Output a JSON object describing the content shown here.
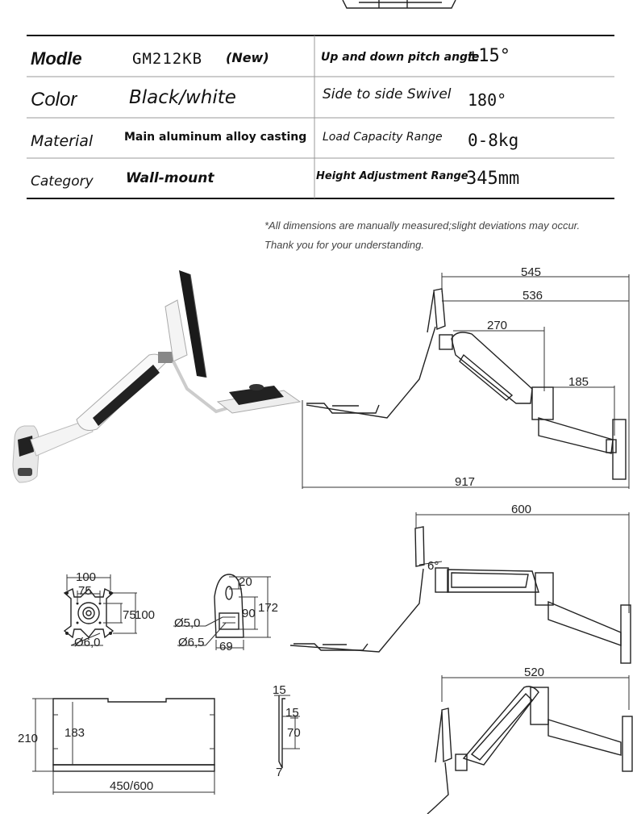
{
  "specs": [
    {
      "label": "Modle",
      "value": "GM212KB",
      "tag": "(New)",
      "label2": "Up and down pitch angle",
      "value2": "±15°"
    },
    {
      "label": "Color",
      "value": "Black/white",
      "label2": "Side to side Swivel",
      "value2": "180°"
    },
    {
      "label": "Material",
      "value": "Main aluminum alloy casting",
      "label2": "Load Capacity Range",
      "value2": "0-8kg"
    },
    {
      "label": "Category",
      "value": "Wall-mount",
      "label2": "Height Adjustment Range",
      "value2": "345mm"
    }
  ],
  "note": {
    "line1": "*All dimensions are manually measured;slight deviations may occur.",
    "line2": "Thank you for your understanding."
  },
  "dims": {
    "d545": "545",
    "d536": "536",
    "d270": "270",
    "d185": "185",
    "d917": "917",
    "d600": "600",
    "d6deg": "6°",
    "d520": "520",
    "vesa100top": "100",
    "vesa75top": "75",
    "vesa75side": "75",
    "vesa100side": "100",
    "vesaHole": "Ø6,0",
    "plate20": "20",
    "plate90": "90",
    "plate172": "172",
    "plate69": "69",
    "plateHole5": "Ø5,0",
    "plateHole65": "Ø6,5",
    "kb210": "210",
    "kb183": "183",
    "kb450": "450/600",
    "cl15a": "15",
    "cl15b": "15",
    "cl70": "70",
    "cl7": "7"
  }
}
